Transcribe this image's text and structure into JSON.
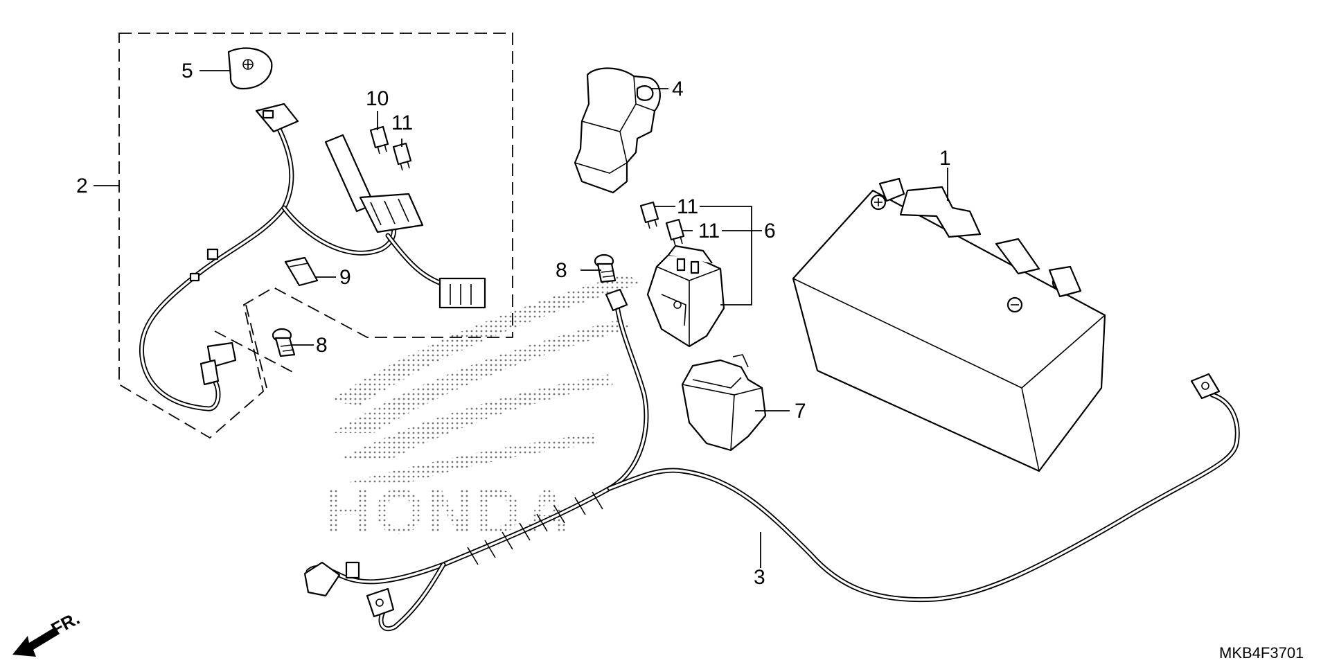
{
  "diagram": {
    "code": "MKB4F3701",
    "direction_label": "FR.",
    "watermark": "HONDA",
    "callouts": [
      {
        "id": "c1",
        "label": "1"
      },
      {
        "id": "c2",
        "label": "2"
      },
      {
        "id": "c3",
        "label": "3"
      },
      {
        "id": "c4",
        "label": "4"
      },
      {
        "id": "c5",
        "label": "5"
      },
      {
        "id": "c6",
        "label": "6"
      },
      {
        "id": "c7",
        "label": "7"
      },
      {
        "id": "c8a",
        "label": "8"
      },
      {
        "id": "c8b",
        "label": "8"
      },
      {
        "id": "c9",
        "label": "9"
      },
      {
        "id": "c10",
        "label": "10"
      },
      {
        "id": "c11a",
        "label": "11"
      },
      {
        "id": "c11b",
        "label": "11"
      },
      {
        "id": "c11c",
        "label": "11"
      }
    ]
  }
}
